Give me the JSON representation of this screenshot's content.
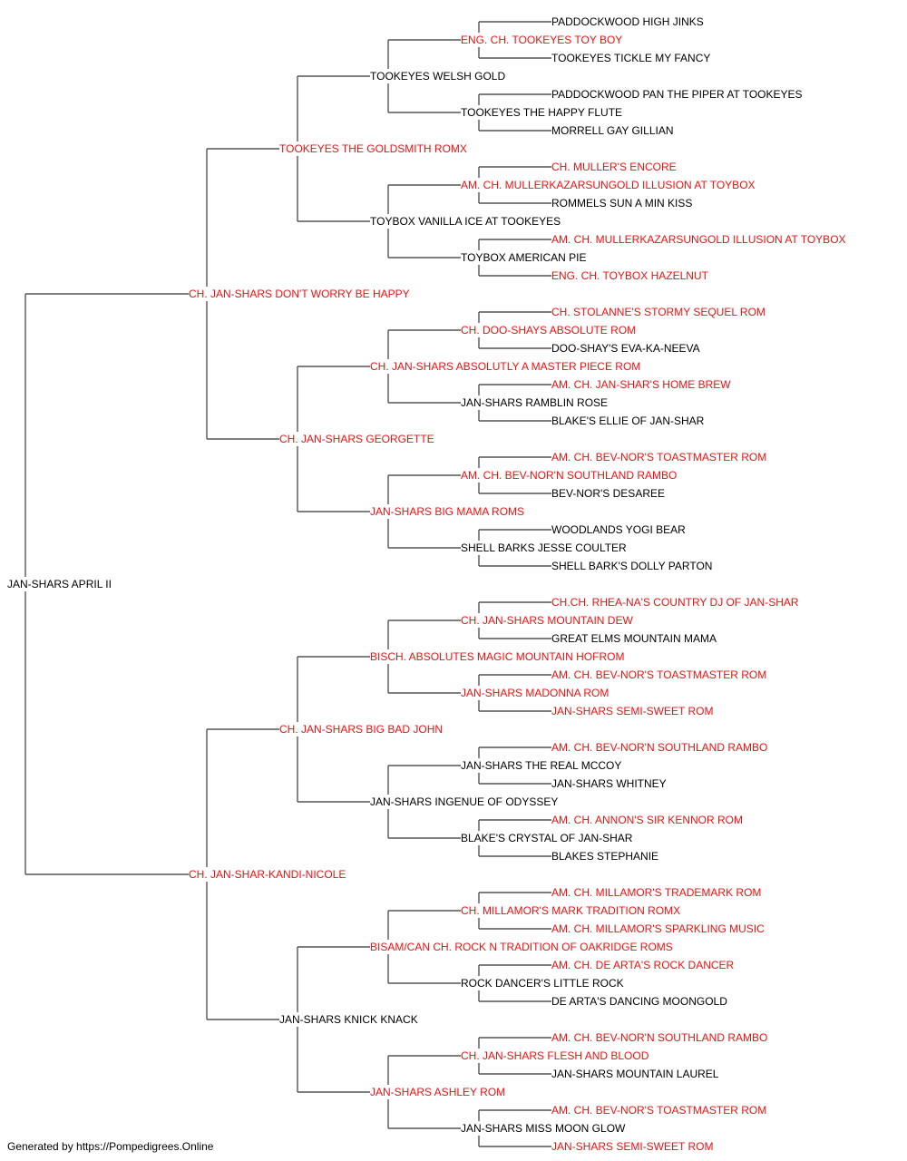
{
  "colors": {
    "champion": "#ee1111",
    "regular": "#000000",
    "line": "#555555"
  },
  "pedigree": {
    "name": "JAN-SHARS APRIL II",
    "ch": false,
    "sire": {
      "name": "CH. JAN-SHARS DON'T WORRY BE HAPPY",
      "ch": true,
      "sire": {
        "name": "TOOKEYES THE GOLDSMITH ROMX",
        "ch": true,
        "sire": {
          "name": "TOOKEYES WELSH GOLD",
          "ch": false,
          "sire": {
            "name": "ENG. CH. TOOKEYES TOY BOY",
            "ch": true,
            "sire": {
              "name": "PADDOCKWOOD HIGH JINKS",
              "ch": false
            },
            "dam": {
              "name": "TOOKEYES TICKLE MY FANCY",
              "ch": false
            }
          },
          "dam": {
            "name": "TOOKEYES THE HAPPY FLUTE",
            "ch": false,
            "sire": {
              "name": "PADDOCKWOOD PAN THE PIPER AT TOOKEYES",
              "ch": false
            },
            "dam": {
              "name": "MORRELL GAY GILLIAN",
              "ch": false
            }
          }
        },
        "dam": {
          "name": "TOYBOX VANILLA ICE AT TOOKEYES",
          "ch": false,
          "sire": {
            "name": "AM. CH. MULLERKAZARSUNGOLD ILLUSION AT TOYBOX",
            "ch": true,
            "sire": {
              "name": "CH. MULLER'S ENCORE",
              "ch": true
            },
            "dam": {
              "name": "ROMMELS SUN A MIN KISS",
              "ch": false
            }
          },
          "dam": {
            "name": "TOYBOX AMERICAN PIE",
            "ch": false,
            "sire": {
              "name": "AM. CH. MULLERKAZARSUNGOLD ILLUSION AT TOYBOX",
              "ch": true
            },
            "dam": {
              "name": "ENG. CH. TOYBOX HAZELNUT",
              "ch": true
            }
          }
        }
      },
      "dam": {
        "name": "CH. JAN-SHARS GEORGETTE",
        "ch": true,
        "sire": {
          "name": "CH. JAN-SHARS ABSOLUTLY A MASTER PIECE ROM",
          "ch": true,
          "sire": {
            "name": "CH. DOO-SHAYS ABSOLUTE ROM",
            "ch": true,
            "sire": {
              "name": "CH. STOLANNE'S STORMY SEQUEL ROM",
              "ch": true
            },
            "dam": {
              "name": "DOO-SHAY'S EVA-KA-NEEVA",
              "ch": false
            }
          },
          "dam": {
            "name": "JAN-SHARS RAMBLIN ROSE",
            "ch": false,
            "sire": {
              "name": "AM. CH. JAN-SHAR'S HOME BREW",
              "ch": true
            },
            "dam": {
              "name": "BLAKE'S ELLIE OF JAN-SHAR",
              "ch": false
            }
          }
        },
        "dam": {
          "name": "JAN-SHARS BIG MAMA ROMS",
          "ch": true,
          "sire": {
            "name": "AM. CH. BEV-NOR'N SOUTHLAND RAMBO",
            "ch": true,
            "sire": {
              "name": "AM. CH. BEV-NOR'S TOASTMASTER ROM",
              "ch": true
            },
            "dam": {
              "name": "BEV-NOR'S DESAREE",
              "ch": false
            }
          },
          "dam": {
            "name": "SHELL BARKS JESSE COULTER",
            "ch": false,
            "sire": {
              "name": "WOODLANDS YOGI BEAR",
              "ch": false
            },
            "dam": {
              "name": "SHELL BARK'S DOLLY PARTON",
              "ch": false
            }
          }
        }
      }
    },
    "dam": {
      "name": "CH. JAN-SHAR-KANDI-NICOLE",
      "ch": true,
      "sire": {
        "name": "CH. JAN-SHARS BIG BAD JOHN",
        "ch": true,
        "sire": {
          "name": "BISCH. ABSOLUTES MAGIC MOUNTAIN HOFROM",
          "ch": true,
          "sire": {
            "name": "CH. JAN-SHARS MOUNTAIN DEW",
            "ch": true,
            "sire": {
              "name": "CH.CH. RHEA-NA'S COUNTRY DJ OF JAN-SHAR",
              "ch": true
            },
            "dam": {
              "name": "GREAT ELMS MOUNTAIN MAMA",
              "ch": false
            }
          },
          "dam": {
            "name": "JAN-SHARS MADONNA ROM",
            "ch": true,
            "sire": {
              "name": "AM. CH. BEV-NOR'S TOASTMASTER ROM",
              "ch": true
            },
            "dam": {
              "name": "JAN-SHARS SEMI-SWEET ROM",
              "ch": true
            }
          }
        },
        "dam": {
          "name": "JAN-SHARS INGENUE OF ODYSSEY",
          "ch": false,
          "sire": {
            "name": "JAN-SHARS THE REAL MCCOY",
            "ch": false,
            "sire": {
              "name": "AM. CH. BEV-NOR'N SOUTHLAND RAMBO",
              "ch": true
            },
            "dam": {
              "name": "JAN-SHARS WHITNEY",
              "ch": false
            }
          },
          "dam": {
            "name": "BLAKE'S CRYSTAL OF JAN-SHAR",
            "ch": false,
            "sire": {
              "name": "AM. CH. ANNON'S SIR KENNOR ROM",
              "ch": true
            },
            "dam": {
              "name": "BLAKES STEPHANIE",
              "ch": false
            }
          }
        }
      },
      "dam": {
        "name": "JAN-SHARS KNICK KNACK",
        "ch": false,
        "sire": {
          "name": "BISAM/CAN CH. ROCK N TRADITION OF OAKRIDGE ROMS",
          "ch": true,
          "sire": {
            "name": "CH. MILLAMOR'S MARK TRADITION ROMX",
            "ch": true,
            "sire": {
              "name": "AM. CH. MILLAMOR'S TRADEMARK ROM",
              "ch": true
            },
            "dam": {
              "name": "AM. CH. MILLAMOR'S SPARKLING MUSIC",
              "ch": true
            }
          },
          "dam": {
            "name": "ROCK DANCER'S LITTLE ROCK",
            "ch": false,
            "sire": {
              "name": "AM. CH. DE ARTA'S ROCK DANCER",
              "ch": true
            },
            "dam": {
              "name": "DE ARTA'S DANCING MOONGOLD",
              "ch": false
            }
          }
        },
        "dam": {
          "name": "JAN-SHARS ASHLEY ROM",
          "ch": true,
          "sire": {
            "name": "CH. JAN-SHARS FLESH AND BLOOD",
            "ch": true,
            "sire": {
              "name": "AM. CH. BEV-NOR'N SOUTHLAND RAMBO",
              "ch": true
            },
            "dam": {
              "name": "JAN-SHARS MOUNTAIN LAUREL",
              "ch": false
            }
          },
          "dam": {
            "name": "JAN-SHARS MISS MOON GLOW",
            "ch": false,
            "sire": {
              "name": "AM. CH. BEV-NOR'S TOASTMASTER ROM",
              "ch": true
            },
            "dam": {
              "name": "JAN-SHARS SEMI-SWEET ROM",
              "ch": true
            }
          }
        }
      }
    }
  },
  "footer": "Generated by https://Pompedigrees.Online"
}
